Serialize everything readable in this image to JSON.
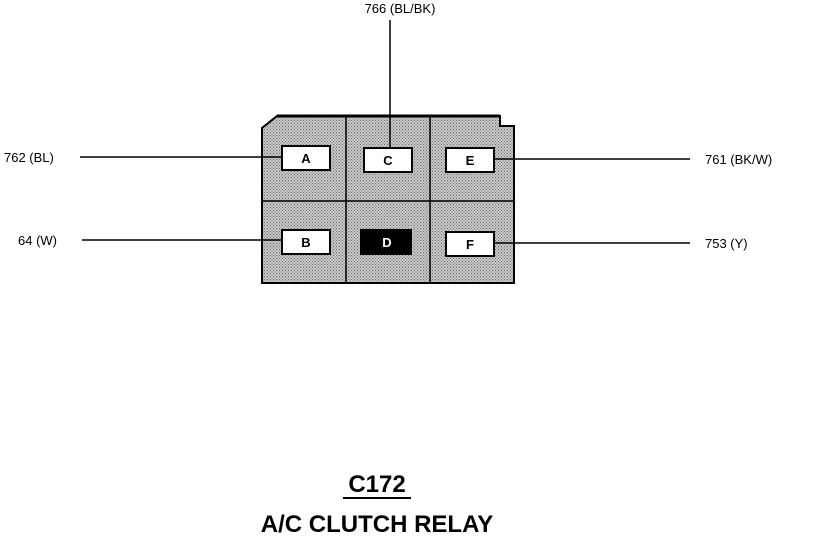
{
  "connector": {
    "id": "C172",
    "name": "A/C CLUTCH RELAY",
    "pins": {
      "A": {
        "label": "A",
        "blocked": false
      },
      "B": {
        "label": "B",
        "blocked": false
      },
      "C": {
        "label": "C",
        "blocked": false
      },
      "D": {
        "label": "D",
        "blocked": true
      },
      "E": {
        "label": "E",
        "blocked": false
      },
      "F": {
        "label": "F",
        "blocked": false
      }
    },
    "wires": {
      "A": "762 (BL)",
      "B": "64 (W)",
      "C": "766 (BL/BK)",
      "E": "761 (BK/W)",
      "F": "753 (Y)"
    }
  },
  "colors": {
    "body_fill": "#c8c8c8",
    "stipple": "#6e6e6e",
    "outline": "#000000",
    "pin_fill": "#ffffff",
    "blocked_fill": "#000000"
  }
}
